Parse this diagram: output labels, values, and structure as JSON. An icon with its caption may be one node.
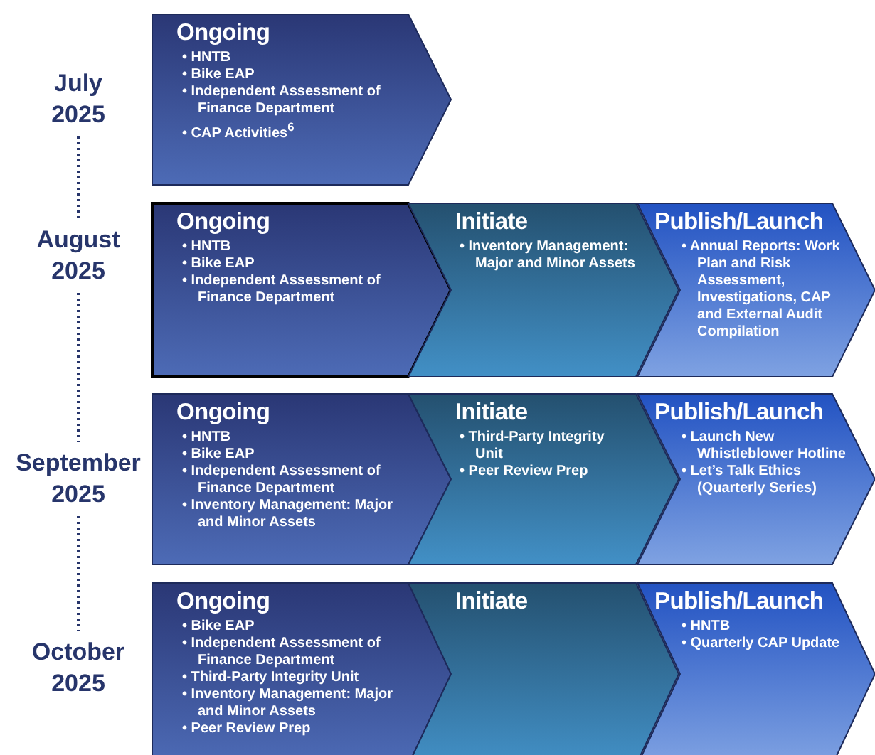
{
  "diagram": {
    "nodes": [
      {
        "text": [
          "July 2025"
        ]
      },
      {
        "text": [
          "Ongoing",
          "• HNTB",
          "• Bike EAP",
          "• Independent Assessment of Finance Department",
          "• CAP Activities$^{6}$"
        ]
      },
      {
        "text": [
          "August 2025"
        ]
      },
      {
        "text": [
          "Ongoing",
          "• HNTB",
          "• Bike EAP",
          "• Independent Assessment of Finance Department"
        ]
      },
      {
        "text": [
          "Initiate",
          "• Inventory Management: Major and Minor Assets"
        ]
      },
      {
        "text": [
          "Publish/Launch",
          "• Annual Reports: Work Plan and Risk Assessment, Investigations, CAP and External Audit Compilation"
        ]
      },
      {
        "text": [
          "September 2025"
        ]
      },
      {
        "text": [
          "Ongoing",
          "• HNTB",
          "• Bike EAP",
          "• Independent Assessment of Finance Department",
          "• Inventory Management: Major and Minor Assets"
        ]
      },
      {
        "text": [
          "Initiate",
          "• Third-Party Integrity Unit",
          "• Peer Review Prep"
        ]
      },
      {
        "text": [
          "Publish/Launch",
          "• Launch New Whistleblower Hotline",
          "• Let’s Talk Ethics (Quarterly Series)"
        ]
      },
      {
        "text": [
          "October 2025"
        ]
      },
      {
        "text": [
          "Ongoing",
          "• Bike EAP",
          "• Independent Assessment of Finance Department",
          "• Third-Party Integrity Unit",
          "• Inventory Management: Major and Minor Assets",
          "• Peer Review Prep"
        ]
      },
      {
        "text": [
          "Initiate"
        ]
      },
      {
        "text": [
          "Publish/Launch",
          "• HNTB",
          "• Quarterly CAP Update"
        ]
      }
    ],
    "edges": [
      {
        "from": 0,
        "to": 2,
        "arrow": "none",
        "style": "dashed"
      },
      {
        "from": 2,
        "to": 6,
        "arrow": "none",
        "style": "dashed"
      },
      {
        "from": 6,
        "to": 10,
        "arrow": "none",
        "style": "dashed"
      }
    ]
  }
}
